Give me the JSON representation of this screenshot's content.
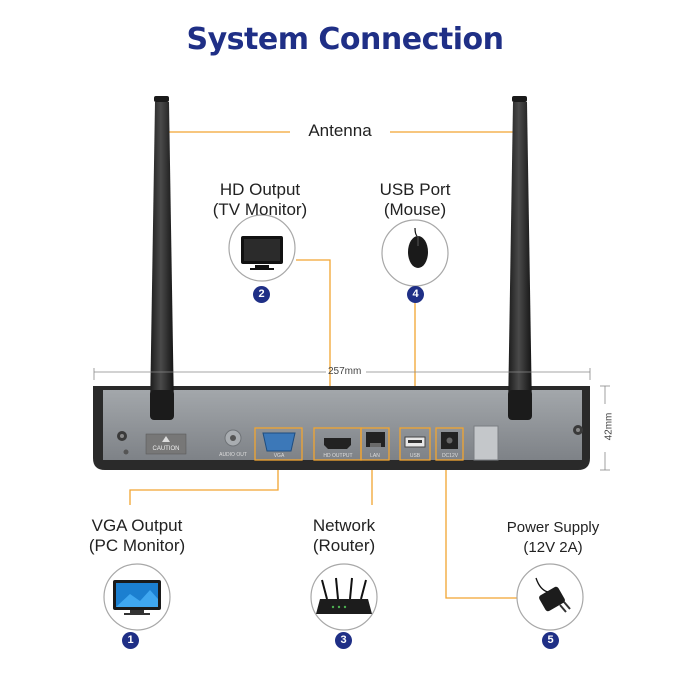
{
  "title": "System Connection",
  "antenna_label": "Antenna",
  "dimensions": {
    "width": "257mm",
    "height": "42mm"
  },
  "connections": [
    {
      "id": "vga",
      "number": "1",
      "title": "VGA Output",
      "subtitle": "(PC Monitor)",
      "icon": "pc-monitor-icon"
    },
    {
      "id": "hdmi",
      "number": "2",
      "title": "HD Output",
      "subtitle": "(TV Monitor)",
      "icon": "tv-monitor-icon"
    },
    {
      "id": "network",
      "number": "3",
      "title": "Network",
      "subtitle": "(Router)",
      "icon": "router-icon"
    },
    {
      "id": "usb",
      "number": "4",
      "title": "USB Port",
      "subtitle": "(Mouse)",
      "icon": "mouse-icon"
    },
    {
      "id": "power",
      "number": "5",
      "title": "Power Supply",
      "subtitle": "(12V 2A)",
      "icon": "power-adapter-icon"
    }
  ],
  "panel": {
    "caution": "CAUTION",
    "ports": {
      "audio": "AUDIO OUT",
      "vga": "VGA",
      "hdmi": "HD OUTPUT",
      "lan": "LAN",
      "usb": "USB",
      "dc": "DC12V"
    }
  },
  "colors": {
    "title": "#1f2f86",
    "leader_line": "#f2a531",
    "panel": "#8b8f94",
    "badge": "#1f2f86"
  }
}
